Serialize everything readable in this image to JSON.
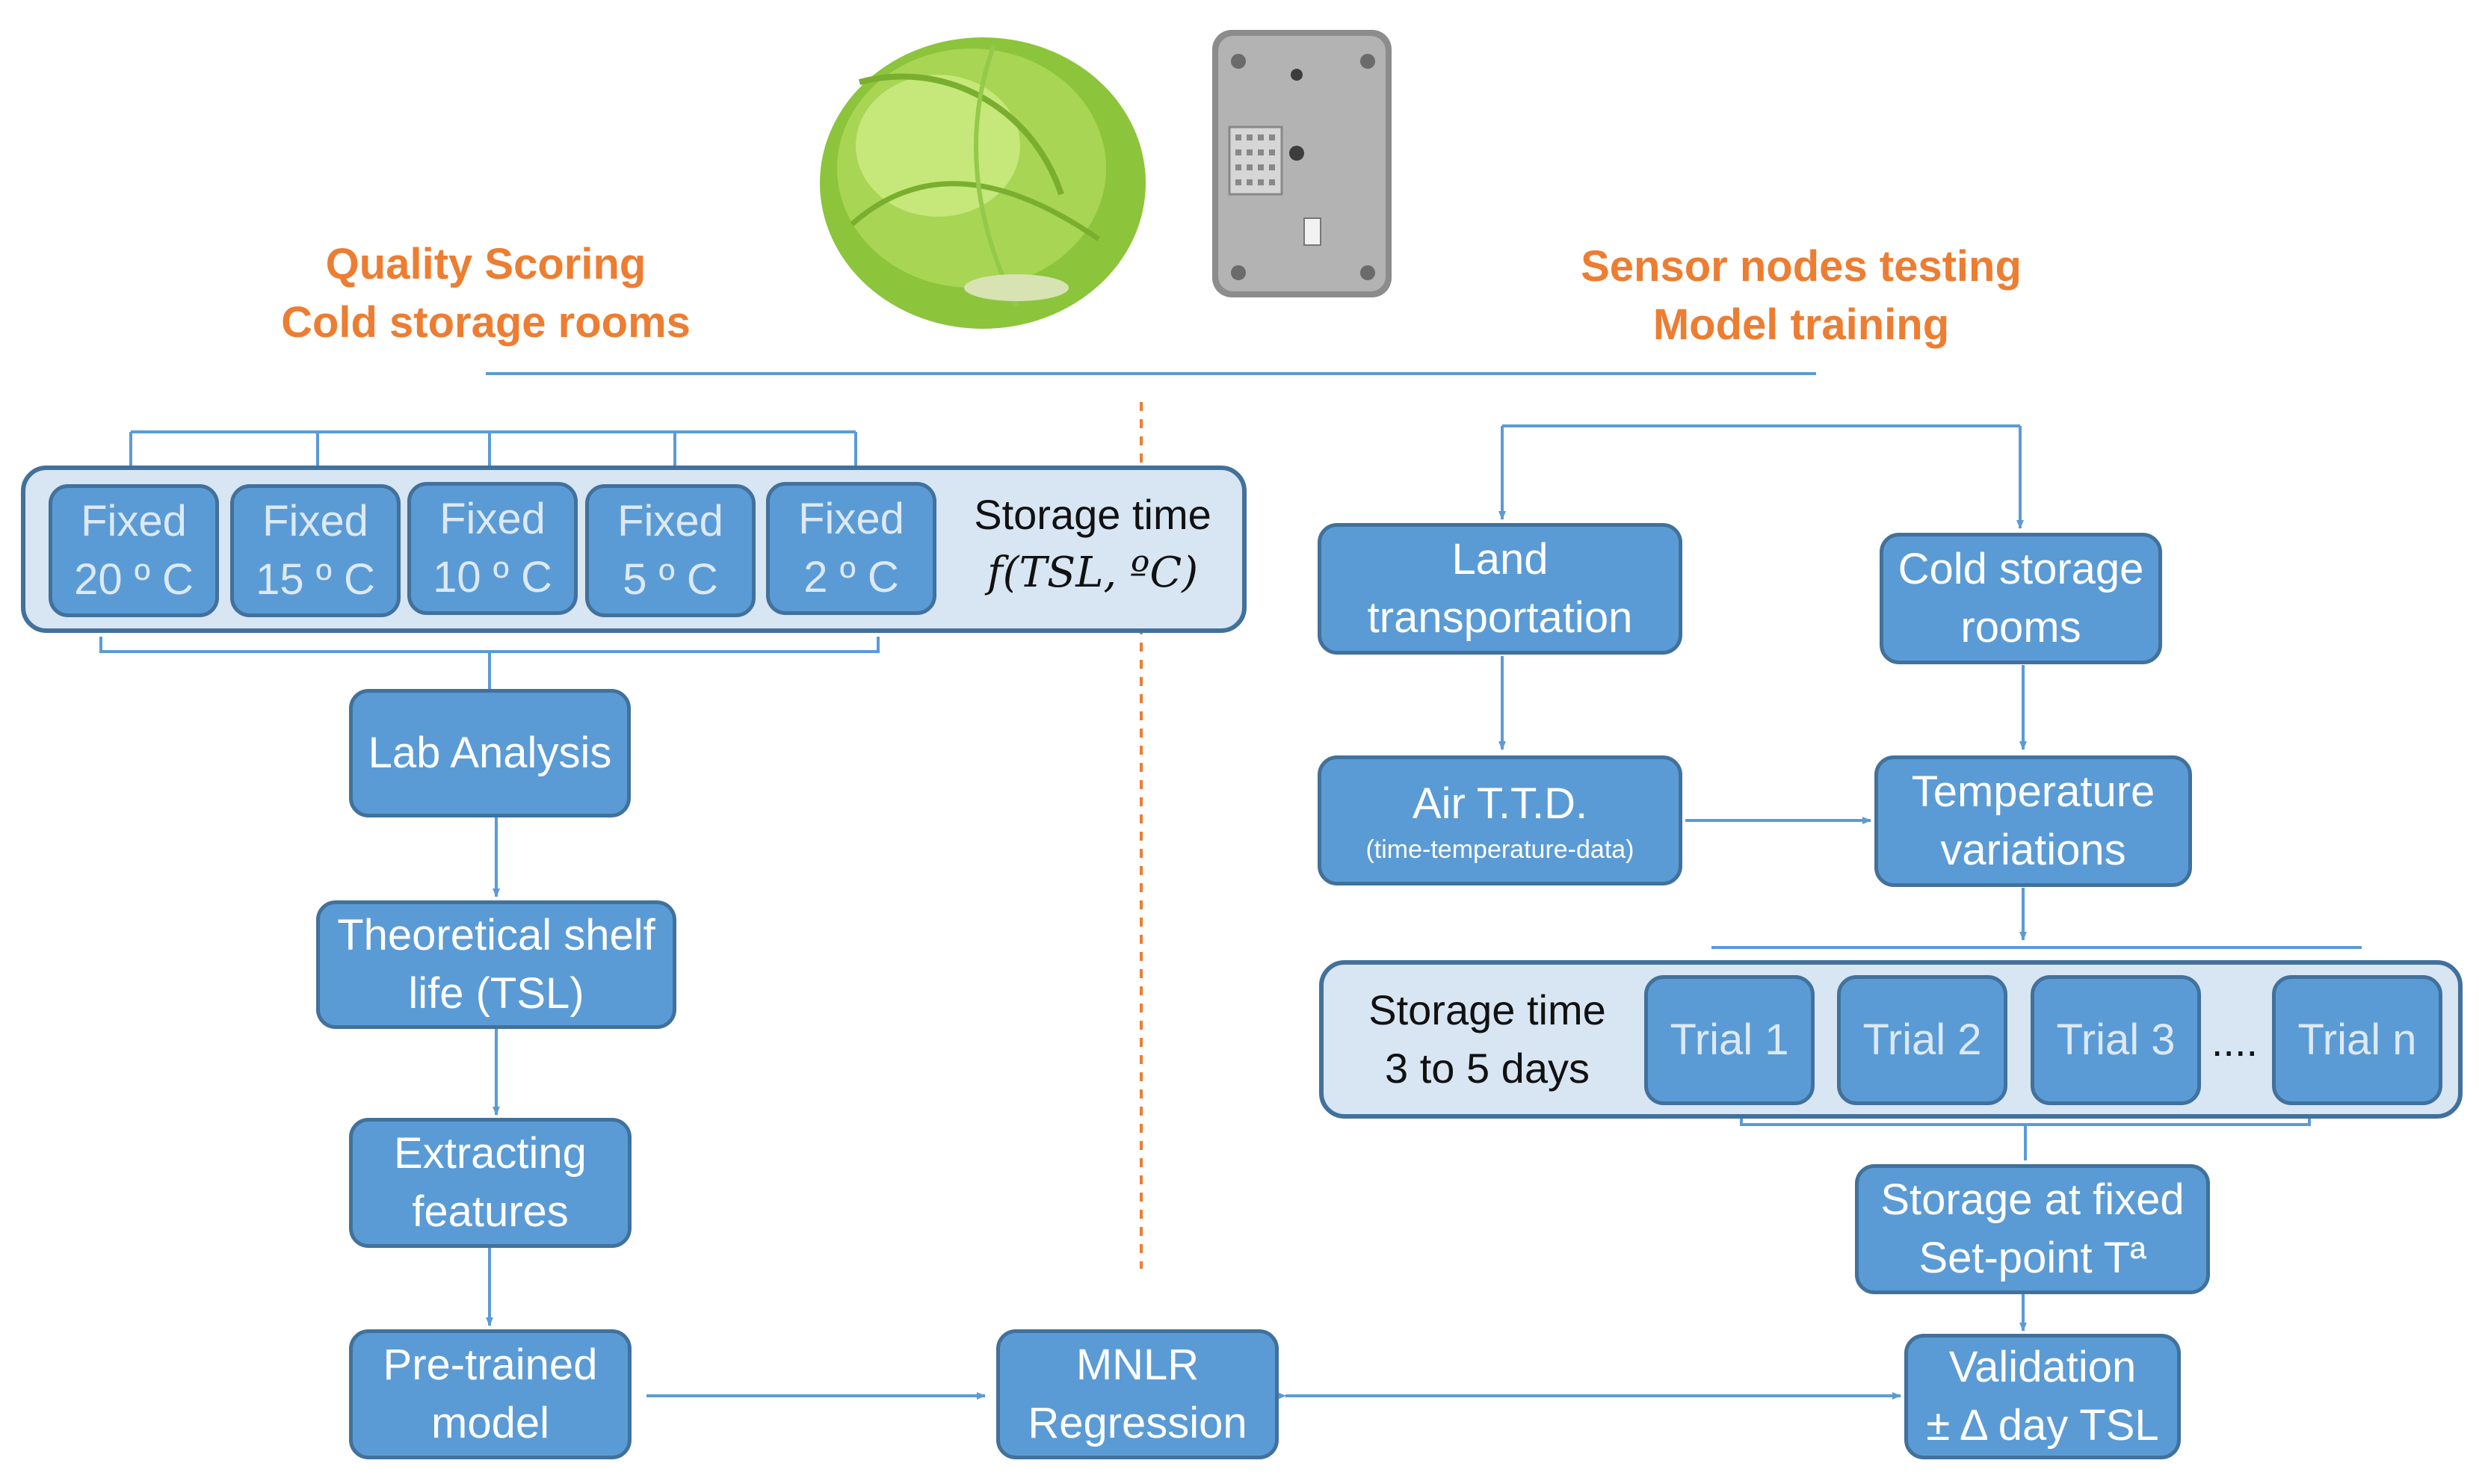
{
  "left_heading": {
    "line1": "Quality Scoring",
    "line2": "Cold storage rooms"
  },
  "right_heading": {
    "line1": "Sensor nodes testing",
    "line2": "Model training"
  },
  "images": {
    "lettuce": "lettuce-head-photo",
    "sensor": "sensor-node-device-photo"
  },
  "fixed_temps": [
    {
      "l1": "Fixed",
      "l2": "20 º C"
    },
    {
      "l1": "Fixed",
      "l2": "15 º C"
    },
    {
      "l1": "Fixed",
      "l2": "10 º C"
    },
    {
      "l1": "Fixed",
      "l2": "5 º C"
    },
    {
      "l1": "Fixed",
      "l2": "2 º C"
    }
  ],
  "storage_left": {
    "line1": "Storage time",
    "formula": "f(TSL, ºC)"
  },
  "left_flow": {
    "lab": "Lab Analysis",
    "tsl_l1": "Theoretical shelf",
    "tsl_l2": "life (TSL)",
    "extract_l1": "Extracting",
    "extract_l2": "features",
    "pretrained_l1": "Pre-trained",
    "pretrained_l2": "model"
  },
  "mnlr": {
    "l1": "MNLR",
    "l2": "Regression"
  },
  "right_flow": {
    "land_l1": "Land",
    "land_l2": "transportation",
    "cold_l1": "Cold storage",
    "cold_l2": "rooms",
    "air_l1": "Air T.T.D.",
    "air_l2": "(time-temperature-data)",
    "temp_l1": "Temperature",
    "temp_l2": "variations",
    "storage_l1": "Storage time",
    "storage_l2": "3 to 5 days",
    "trials": [
      "Trial 1",
      "Trial 2",
      "Trial 3",
      "Trial n"
    ],
    "ellipsis": "....",
    "fixed_l1": "Storage at fixed",
    "fixed_l2": "Set-point Tª",
    "valid_l1": "Validation",
    "valid_l2": "± Δ day TSL"
  },
  "colors": {
    "box_fill": "#5b9bd5",
    "box_border": "#41719c",
    "panel_fill": "#d8e5f2",
    "heading": "#ed7d31",
    "divider": "#ed7d31"
  }
}
